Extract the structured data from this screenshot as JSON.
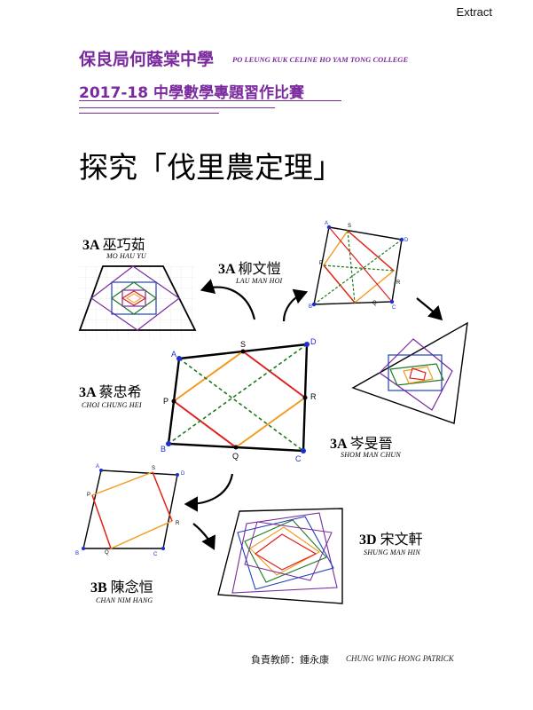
{
  "header": {
    "extract_label": "Extract",
    "school_name_cn": "保良局何蔭棠中學",
    "school_name_en": "PO LEUNG KUK CELINE HO YAM TONG COLLEGE",
    "contest_title": "2017-18  中學數學專題習作比賽"
  },
  "project_title": "探究「伐里農定理」",
  "students": [
    {
      "class": "3A",
      "name_cn": "巫巧茹",
      "name_en": "MO HAU YU"
    },
    {
      "class": "3A",
      "name_cn": "柳文愷",
      "name_en": "LAU MAN HOI"
    },
    {
      "class": "3A",
      "name_cn": "蔡忠希",
      "name_en": "CHOI CHUNG HEI"
    },
    {
      "class": "3A",
      "name_cn": "岑旻晉",
      "name_en": "SHOM MAN CHUN"
    },
    {
      "class": "3D",
      "name_cn": "宋文軒",
      "name_en": "SHUNG MAN HIN"
    },
    {
      "class": "3B",
      "name_cn": "陳念恒",
      "name_en": "CHAN NIM HANG"
    }
  ],
  "diagram_labels": {
    "main": {
      "A": "A",
      "S": "S",
      "D": "D",
      "P": "P",
      "R": "R",
      "B": "B",
      "Q": "Q",
      "C": "C"
    }
  },
  "colors": {
    "purple": "#7a2a9c",
    "orange": "#f39a1e",
    "red": "#e02020",
    "green": "#1f7a1f",
    "blue": "#1f3fbf",
    "vertex": "#1a2fcf"
  },
  "footer": {
    "teacher_label": "負責教師：鍾永康",
    "teacher_name_en": "CHUNG WING HONG PATRICK"
  }
}
